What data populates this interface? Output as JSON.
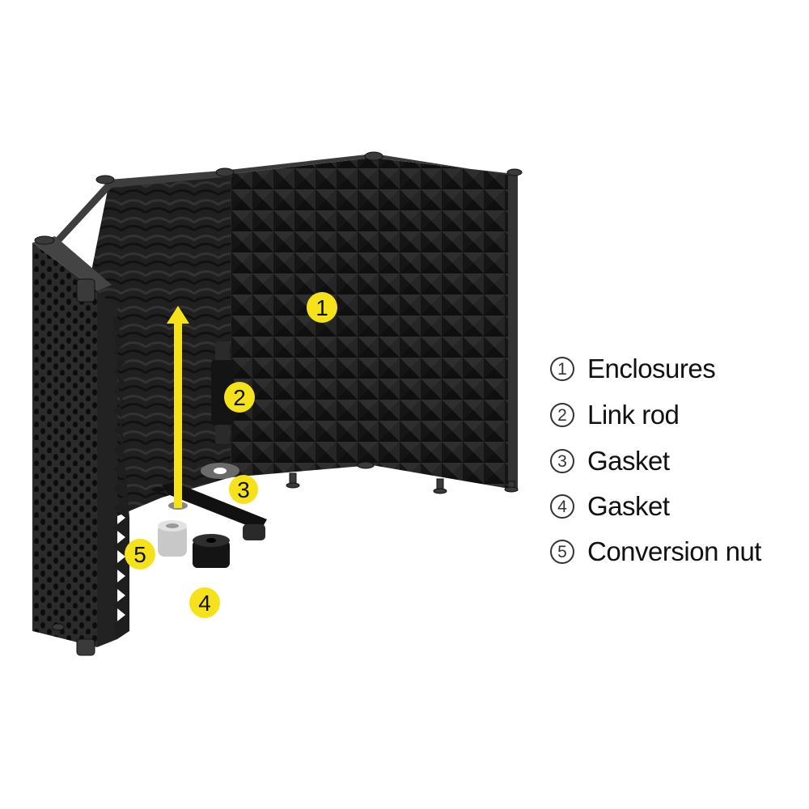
{
  "colors": {
    "callout_yellow": "#f5e21a",
    "foam": "#1d1d1d",
    "frame": "#2a2a2a",
    "background": "#ffffff",
    "legend_text": "#111111"
  },
  "callouts": [
    {
      "number": "1",
      "part": "enclosures"
    },
    {
      "number": "2",
      "part": "link-rod"
    },
    {
      "number": "3",
      "part": "gasket"
    },
    {
      "number": "4",
      "part": "gasket"
    },
    {
      "number": "5",
      "part": "conversion-nut"
    }
  ],
  "legend": {
    "items": [
      {
        "number": "1",
        "label": "Enclosures"
      },
      {
        "number": "2",
        "label": "Link rod"
      },
      {
        "number": "3",
        "label": "Gasket"
      },
      {
        "number": "4",
        "label": "Gasket"
      },
      {
        "number": "5",
        "label": "Conversion nut"
      }
    ]
  }
}
